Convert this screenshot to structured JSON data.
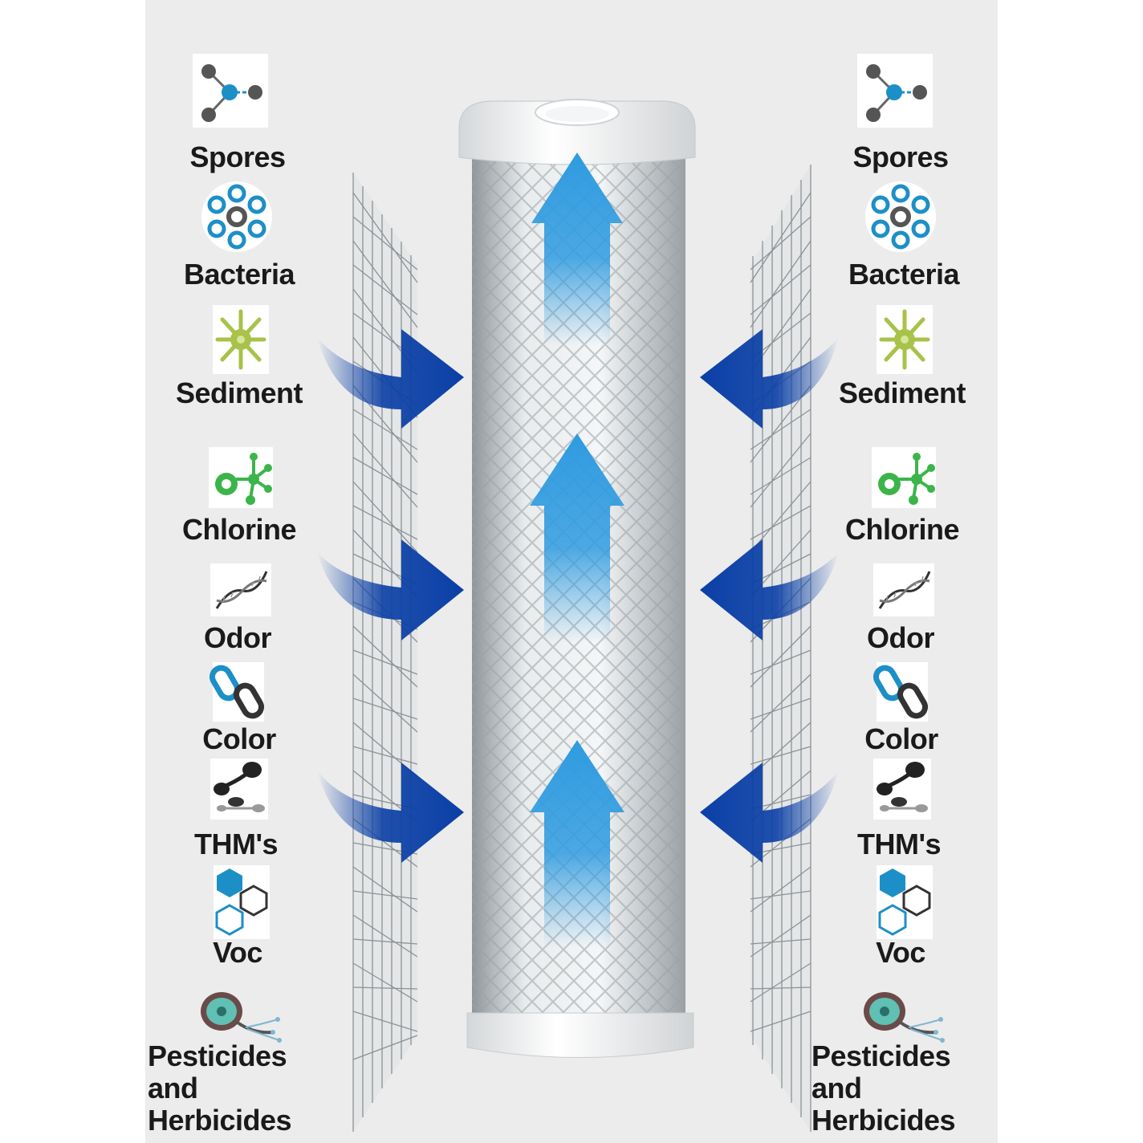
{
  "labels_left": [
    "Spores",
    "Bacteria",
    "Sediment",
    "Chlorine",
    "Odor",
    "Color",
    "THM's",
    "Voc"
  ],
  "labels_right": [
    "Spores",
    "Bacteria",
    "Sediment",
    "Chlorine",
    "Odor",
    "Color",
    "THM's",
    "Voc"
  ],
  "pesticides_left": {
    "line1": "Pesticides and",
    "line2": "Herbicides"
  },
  "pesticides_right": {
    "line1": "Pesticides and",
    "line2": "Herbicides"
  },
  "colors": {
    "background_panel": "#ececec",
    "arrow_light_blue": "#2f9be0",
    "arrow_dark_blue": "#0a3fa6",
    "icon_blue": "#1d8fc7",
    "icon_green": "#3bb54a",
    "icon_dark": "#444444"
  },
  "icons": [
    "molecule-icon",
    "bacteria-icon",
    "sediment-icon",
    "chlorine-icon",
    "odor-dna-icon",
    "color-chain-icon",
    "thm-icon",
    "voc-hexagon-icon",
    "pesticide-icon"
  ]
}
